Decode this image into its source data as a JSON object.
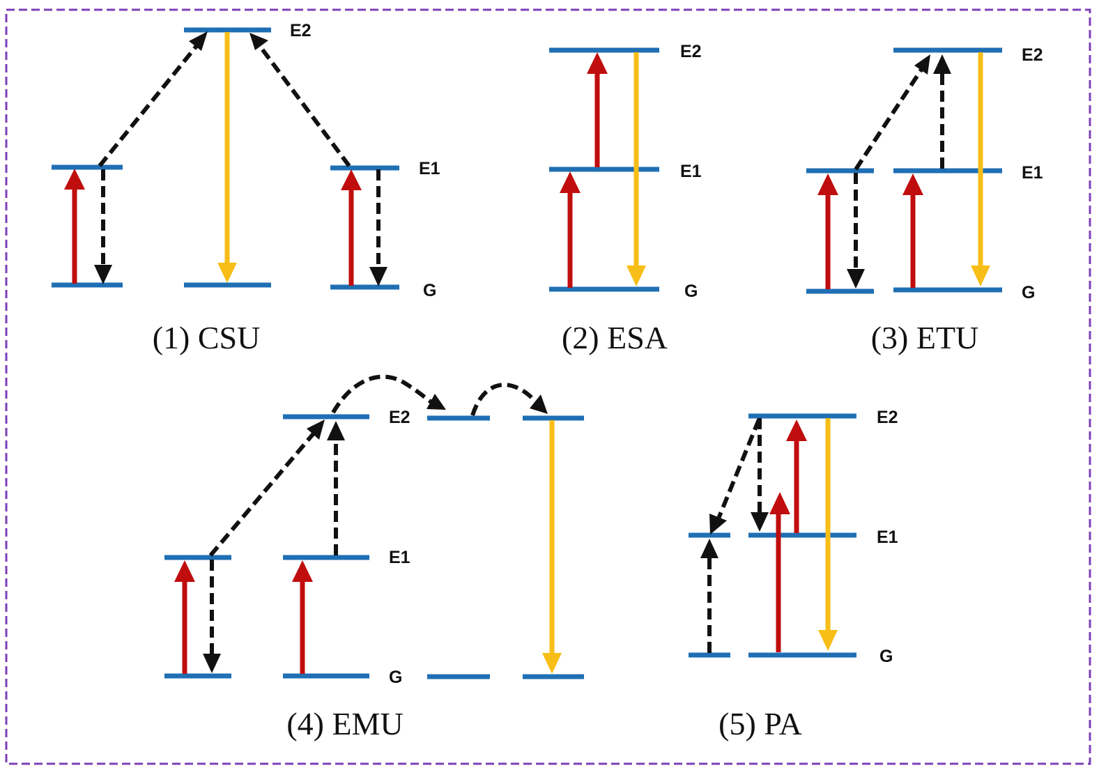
{
  "colors": {
    "border": "#7d3fb8",
    "level": "#1f6fb4",
    "excitation": "#c00d0d",
    "emission": "#f7be17",
    "transfer": "#111111"
  },
  "panels": {
    "csu": {
      "caption": "(1) CSU",
      "labels": {
        "e2": "E2",
        "e1": "E1",
        "g": "G"
      }
    },
    "esa": {
      "caption": "(2) ESA",
      "labels": {
        "e2": "E2",
        "e1": "E1",
        "g": "G"
      }
    },
    "etu": {
      "caption": "(3) ETU",
      "labels": {
        "e2": "E2",
        "e1": "E1",
        "g": "G"
      }
    },
    "emu": {
      "caption": "(4) EMU",
      "labels": {
        "e2": "E2",
        "e1": "E1",
        "g": "G"
      }
    },
    "pa": {
      "caption": "(5) PA",
      "labels": {
        "e2": "E2",
        "e1": "E1",
        "g": "G"
      }
    }
  }
}
